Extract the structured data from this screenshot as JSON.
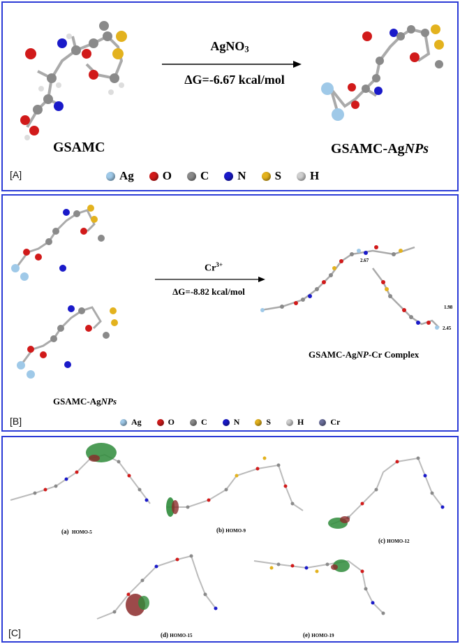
{
  "panelA": {
    "letter": "[A]",
    "reactant_label": "GSAMC",
    "product_label_main": "GSAMC-Ag",
    "product_label_italic": "NPs",
    "reagent_main": "AgNO",
    "reagent_sub": "3",
    "energy": "ΔG=-6.67 kcal/mol",
    "legend": [
      {
        "symbol": "Ag",
        "color": "#9fc9e8"
      },
      {
        "symbol": "O",
        "color": "#d11a1a"
      },
      {
        "symbol": "C",
        "color": "#8a8a8a"
      },
      {
        "symbol": "N",
        "color": "#1a1ac9"
      },
      {
        "symbol": "S",
        "color": "#e3b21e"
      },
      {
        "symbol": "H",
        "color": "#cfcfcf"
      }
    ]
  },
  "panelB": {
    "letter": "[B]",
    "reactant_label_main": "GSAMC-Ag",
    "reactant_label_italic": "NPs",
    "reagent_main": "Cr",
    "reagent_sup": "3+",
    "energy": "ΔG=-8.82 kcal/mol",
    "product_label_main": "GSAMC-Ag",
    "product_label_italic": "NP",
    "product_label_rest": "-Cr Complex",
    "distances": [
      "2.67",
      "1.98",
      "2.45"
    ],
    "legend": [
      {
        "symbol": "Ag",
        "color": "#9fc9e8"
      },
      {
        "symbol": "O",
        "color": "#d11a1a"
      },
      {
        "symbol": "C",
        "color": "#8a8a8a"
      },
      {
        "symbol": "N",
        "color": "#1a1ac9"
      },
      {
        "symbol": "S",
        "color": "#e3b21e"
      },
      {
        "symbol": "H",
        "color": "#cfcfcf"
      },
      {
        "symbol": "Cr",
        "color": "#6b6f9c"
      }
    ]
  },
  "panelC": {
    "letter": "[C]",
    "orbitals": [
      {
        "tag": "(a)",
        "name": "HOMO-5"
      },
      {
        "tag": "(b)",
        "name": "HOMO-9"
      },
      {
        "tag": "(c)",
        "name": "HOMO-12"
      },
      {
        "tag": "(d)",
        "name": "HOMO-15"
      },
      {
        "tag": "(e)",
        "name": "HOMO-19"
      }
    ]
  }
}
